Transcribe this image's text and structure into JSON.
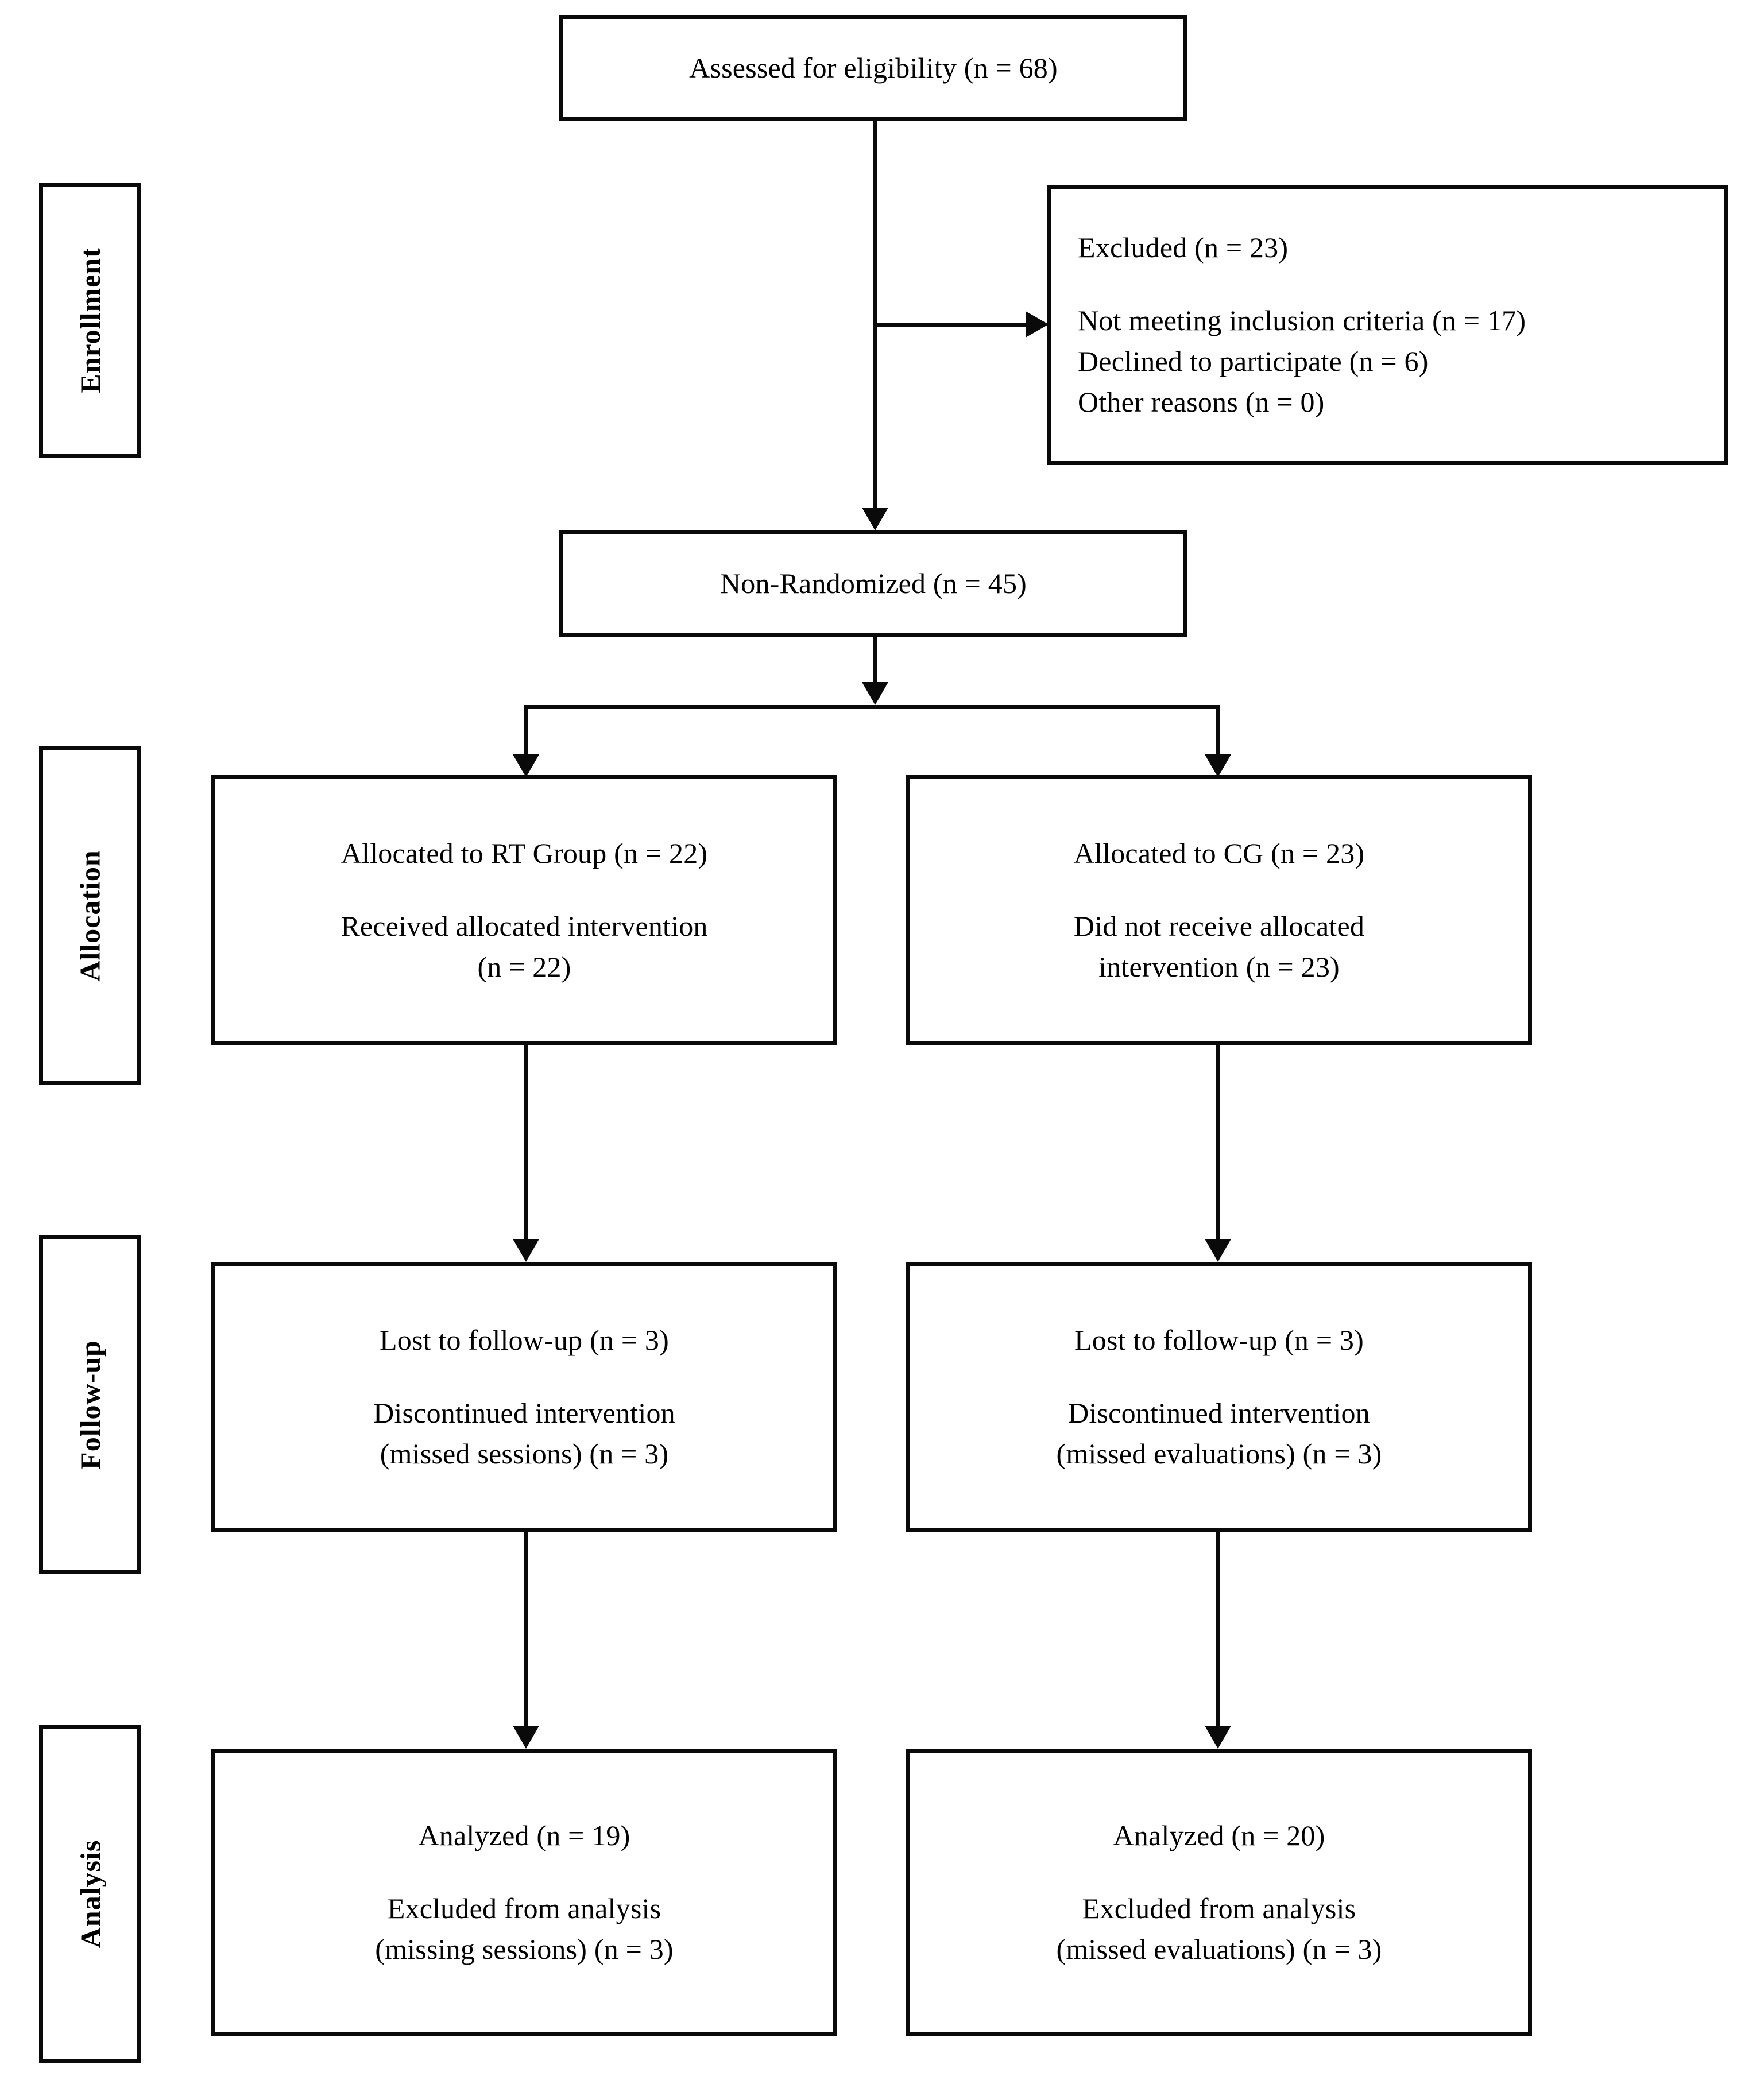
{
  "diagram": {
    "title": "CONSORT participant flow diagram",
    "type": "flowchart",
    "accent_color": "#0a0a0a",
    "background_color": "#ffffff"
  },
  "stages": [
    {
      "id": "enrollment",
      "label": "Enrollment"
    },
    {
      "id": "allocation",
      "label": "Allocation"
    },
    {
      "id": "followup",
      "label": "Follow-up"
    },
    {
      "id": "analysis",
      "label": "Analysis"
    }
  ],
  "nodes": {
    "assessed": {
      "line1": "Assessed for eligibility (n = 68)"
    },
    "excluded": {
      "line1": "Excluded (n = 23)",
      "line2": "Not meeting inclusion criteria (n = 17)",
      "line3": "Declined to participate (n = 6)",
      "line4": "Other reasons (n = 0)"
    },
    "nonrandomized": {
      "line1": "Non-Randomized (n = 45)"
    },
    "alloc_rt": {
      "line1": "Allocated to RT Group (n = 22)",
      "line2": "Received allocated intervention",
      "line3": "(n = 22)"
    },
    "alloc_cg": {
      "line1": "Allocated to CG (n = 23)",
      "line2": "Did not receive allocated",
      "line3": "intervention (n = 23)"
    },
    "followup_rt": {
      "line1": "Lost to follow-up (n = 3)",
      "line2": "Discontinued intervention",
      "line3": "(missed sessions) (n = 3)"
    },
    "followup_cg": {
      "line1": "Lost to follow-up (n = 3)",
      "line2": "Discontinued intervention",
      "line3": "(missed evaluations) (n = 3)"
    },
    "analysis_rt": {
      "line1": "Analyzed (n = 19)",
      "line2": "Excluded from analysis",
      "line3": "(missing sessions) (n = 3)"
    },
    "analysis_cg": {
      "line1": "Analyzed (n = 20)",
      "line2": "Excluded from analysis",
      "line3": "(missed evaluations) (n = 3)"
    }
  },
  "chart_data": {
    "type": "flowchart",
    "title": "CONSORT participant flow diagram",
    "stages": [
      "Enrollment",
      "Allocation",
      "Follow-up",
      "Analysis"
    ],
    "counts": {
      "assessed_for_eligibility": 68,
      "excluded_total": 23,
      "not_meeting_inclusion_criteria": 17,
      "declined_to_participate": 6,
      "other_reasons": 0,
      "non_randomized": 45,
      "allocated_rt_group": 22,
      "received_allocated_intervention_rt": 22,
      "allocated_cg": 23,
      "did_not_receive_allocated_intervention_cg": 23,
      "lost_to_followup_rt": 3,
      "discontinued_intervention_rt": 3,
      "lost_to_followup_cg": 3,
      "discontinued_intervention_cg": 3,
      "analyzed_rt": 19,
      "excluded_from_analysis_rt": 3,
      "analyzed_cg": 20,
      "excluded_from_analysis_cg": 3
    },
    "arms": [
      "RT Group",
      "CG"
    ]
  }
}
